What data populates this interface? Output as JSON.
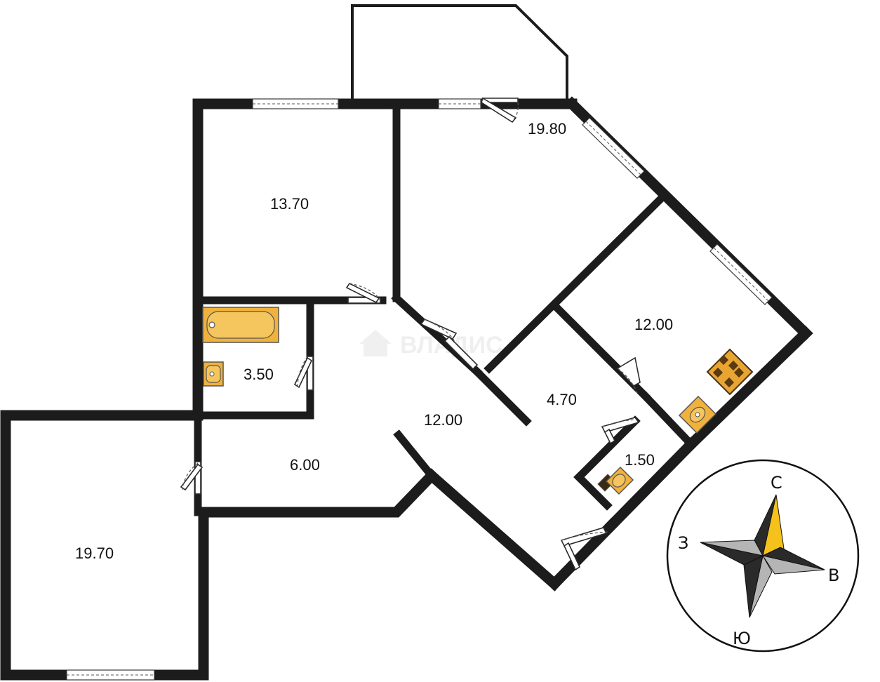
{
  "plan": {
    "rooms": [
      {
        "id": "room-top-left",
        "area": "13.70"
      },
      {
        "id": "room-living",
        "area": "19.80"
      },
      {
        "id": "room-kitchen",
        "area": "12.00"
      },
      {
        "id": "room-bath",
        "area": "3.50"
      },
      {
        "id": "room-hall",
        "area": "12.00"
      },
      {
        "id": "room-closet",
        "area": "4.70"
      },
      {
        "id": "room-wc",
        "area": "1.50"
      },
      {
        "id": "room-corridor",
        "area": "6.00"
      },
      {
        "id": "room-bottom-left",
        "area": "19.70"
      }
    ],
    "watermark": "ВЛАДИС"
  },
  "compass": {
    "north": "С",
    "east": "В",
    "south": "Ю",
    "west": "З",
    "colors": {
      "accent": "#f5c21b",
      "dark": "#2a2a2a",
      "light": "#b5b5b5"
    }
  }
}
